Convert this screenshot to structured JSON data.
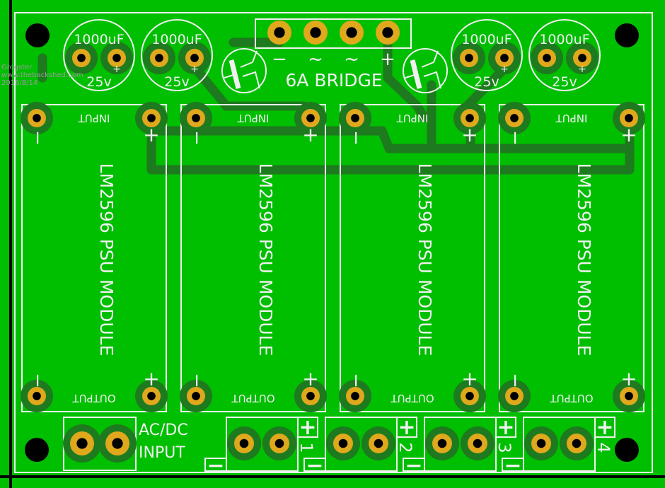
{
  "watermark": {
    "author": "Grogster",
    "site": "www.thebackshed.com",
    "date": "2016/8/14"
  },
  "capacitors": [
    {
      "value": "1000uF",
      "voltage": "25v",
      "polarity": "+"
    },
    {
      "value": "1000uF",
      "voltage": "25v",
      "polarity": "+"
    },
    {
      "value": "1000uF",
      "voltage": "25v",
      "polarity": "+"
    },
    {
      "value": "1000uF",
      "voltage": "25v",
      "polarity": "+"
    }
  ],
  "bridge": {
    "label": "6A BRIDGE",
    "pins": [
      "−",
      "~",
      "~",
      "+"
    ]
  },
  "modules": [
    {
      "title": "LM2596 PSU MODULE",
      "input": "INPUT",
      "output": "OUTPUT",
      "minus": "−",
      "plus": "+"
    },
    {
      "title": "LM2596 PSU MODULE",
      "input": "INPUT",
      "output": "OUTPUT",
      "minus": "−",
      "plus": "+"
    },
    {
      "title": "LM2596 PSU MODULE",
      "input": "INPUT",
      "output": "OUTPUT",
      "minus": "−",
      "plus": "+"
    },
    {
      "title": "LM2596 PSU MODULE",
      "input": "INPUT",
      "output": "OUTPUT",
      "minus": "−",
      "plus": "+"
    }
  ],
  "ac_input": {
    "line1": "AC/DC",
    "line2": "INPUT"
  },
  "outputs": [
    {
      "number": "1",
      "plus": "+",
      "minus": "−"
    },
    {
      "number": "2",
      "plus": "+",
      "minus": "−"
    },
    {
      "number": "3",
      "plus": "+",
      "minus": "−"
    },
    {
      "number": "4",
      "plus": "+",
      "minus": "−"
    }
  ],
  "colors": {
    "board": "#00bf00",
    "copper": "#1e7a1e",
    "pad": "#e0a81c",
    "silkscreen": "#f0f0f0"
  }
}
